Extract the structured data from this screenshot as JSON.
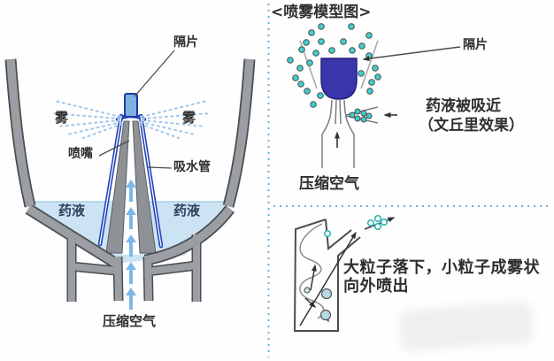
{
  "left_diagram": {
    "labels": {
      "baffle": "隔片",
      "mist": "雾",
      "nozzle": "喷嘴",
      "suction_tube": "吸水管",
      "medicine": "药液",
      "compressed_air": "压缩空气"
    }
  },
  "spray_model": {
    "title": "<喷雾模型图>",
    "labels": {
      "baffle": "隔片",
      "venturi_line1": "药液被吸近",
      "venturi_line2": "（文丘里效果）",
      "compressed_air": "压缩空气"
    }
  },
  "particle_panel": {
    "caption_line1": "大粒子落下，小粒子成雾状",
    "caption_line2": "向外喷出"
  },
  "colors": {
    "dome_navy": "#3a35ab",
    "particle_teal": "#3fcfcf",
    "liquid_blue": "#cbe3f3",
    "wall_gray": "#9b9ea2",
    "air_arrow_blue": "#7cb8e8",
    "tube_blue": "#2443bd",
    "divider_blue": "#6fb0d9"
  }
}
